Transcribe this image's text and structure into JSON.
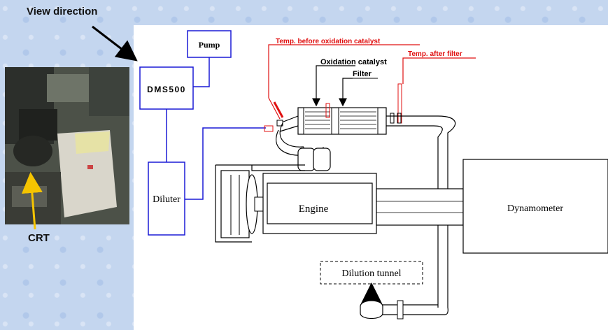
{
  "labels": {
    "view_direction": "View direction",
    "crt": "CRT",
    "pump": "Pump",
    "dms500": "DMS500",
    "diluter": "Diluter",
    "engine": "Engine",
    "dynamometer": "Dynamometer",
    "dilution_tunnel": "Dilution tunnel",
    "temp_before": "Temp. before oxidation catalyst",
    "temp_after": "Temp. after filter",
    "oxidation_catalyst": "Oxidation catalyst",
    "filter": "Filter"
  },
  "colors": {
    "blue": "#1a1ad6",
    "red": "#e01010",
    "yellow": "#f5c400",
    "black": "#000000"
  }
}
